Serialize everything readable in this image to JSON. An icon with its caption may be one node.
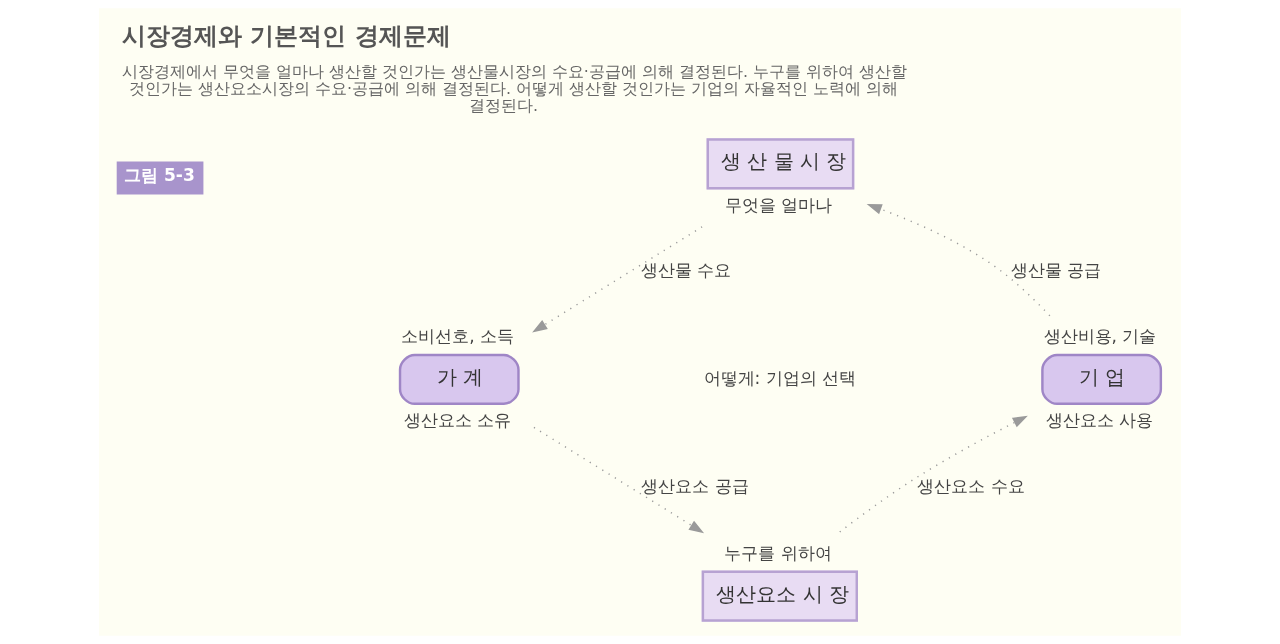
{
  "diagram": {
    "title": "시장경제와 기본적인 경제문제",
    "caption": "시장경제에서 무엇을 얼마나 생산할 것인가는 생산물시장의 수요·공급에 의해 결정된다. 누구를 위하여 생산할 것인가는 생산요소시장의 수요·공급에 의해 결정된다. 어떻게 생산할 것인가는 기업의 자율적인 노력에 의해 결정된다.",
    "nodes": [
      {
        "text": [
          "생 산 물 시 장"
        ],
        "beside": [
          "무엇을 얼마나"
        ]
      },
      {
        "text": [
          "가 계"
        ],
        "beside": [
          "소비선호, 소득",
          "생산요소 소유"
        ]
      },
      {
        "text": [
          "기 업"
        ],
        "beside": [
          "생산비용, 기술",
          "생산요소 사용"
        ]
      },
      {
        "text": [
          "생산요소 시 장"
        ],
        "beside": [
          "누구를 위하여"
        ]
      }
    ],
    "edges": [
      {
        "from": 0,
        "to": 1,
        "arrow": "to",
        "label": "생산물 수요"
      },
      {
        "from": 2,
        "to": 0,
        "arrow": "to",
        "label": "생산물 공급"
      },
      {
        "from": 1,
        "to": 3,
        "arrow": "to",
        "label": "생산요소 공급"
      },
      {
        "from": 3,
        "to": 2,
        "arrow": "to",
        "label": "생산요소 수요"
      }
    ],
    "labels": [
      "그림 5-3",
      "어떻게: 기업의 선택"
    ]
  }
}
